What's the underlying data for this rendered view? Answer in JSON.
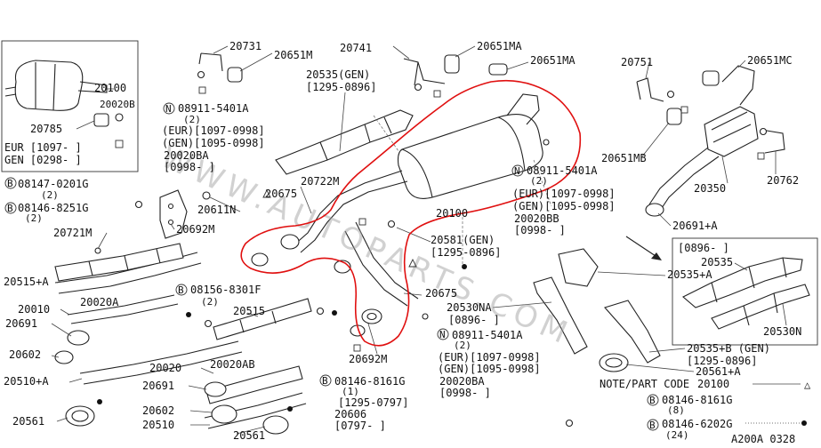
{
  "title_code": "A200A 0328",
  "watermark": "WWW.AUTOPARTS.COM",
  "note": {
    "text": "NOTE/PART CODE",
    "code": "20100",
    "mark": "△"
  },
  "inset": {
    "left": {
      "part": "20100",
      "sub": "20020B",
      "clamp": "20785",
      "range1": "EUR [1097-     ]",
      "range2": "GEN [0298-     ]"
    },
    "right": {
      "range": "[0896-       ]",
      "top": "20535",
      "bottom": "20530N"
    }
  },
  "labels": [
    {
      "id": "p20731",
      "text": "20731"
    },
    {
      "id": "p20651m_a",
      "text": "20651M"
    },
    {
      "id": "p20741",
      "text": "20741"
    },
    {
      "id": "p20651ma_a",
      "text": "20651MA"
    },
    {
      "id": "p20651ma_b",
      "text": "20651MA"
    },
    {
      "id": "p20751",
      "text": "20751"
    },
    {
      "id": "p20651mc",
      "text": "20651MC"
    },
    {
      "id": "p20535gen",
      "text": "20535(GEN)"
    },
    {
      "id": "p20535gen_r",
      "text": "[1295-0896]"
    },
    {
      "id": "p08911_a",
      "text": "08911-5401A"
    },
    {
      "id": "p08911_a_q",
      "text": "(2)"
    },
    {
      "id": "p_eur_a",
      "text": "(EUR)[1097-0998]"
    },
    {
      "id": "p_gen_a",
      "text": "(GEN)[1095-0998]"
    },
    {
      "id": "p20020ba_a",
      "text": "20020BA"
    },
    {
      "id": "p20020ba_a_r",
      "text": "[0998-     ]"
    },
    {
      "id": "p20651mb",
      "text": "20651MB"
    },
    {
      "id": "p20350",
      "text": "20350"
    },
    {
      "id": "p20762",
      "text": "20762"
    },
    {
      "id": "p08147",
      "text": "08147-0201G"
    },
    {
      "id": "p08147_q",
      "text": "(2)"
    },
    {
      "id": "p08146_a",
      "text": "08146-8251G"
    },
    {
      "id": "p08146_a_q",
      "text": "(2)"
    },
    {
      "id": "p20675_a",
      "text": "20675"
    },
    {
      "id": "p20722m",
      "text": "20722M"
    },
    {
      "id": "p20611n",
      "text": "20611N"
    },
    {
      "id": "p08911_b",
      "text": "08911-5401A"
    },
    {
      "id": "p08911_b_q",
      "text": "(2)"
    },
    {
      "id": "p_eur_b",
      "text": "(EUR)[1097-0998]"
    },
    {
      "id": "p_gen_b",
      "text": "(GEN)[1095-0998]"
    },
    {
      "id": "p20100_main",
      "text": "20100"
    },
    {
      "id": "p20020bb",
      "text": "20020BB"
    },
    {
      "id": "p20020bb_r",
      "text": "[0998-     ]"
    },
    {
      "id": "p20691pa",
      "text": "20691+A"
    },
    {
      "id": "p20721m",
      "text": "20721M"
    },
    {
      "id": "p20692m_a",
      "text": "20692M"
    },
    {
      "id": "p20581",
      "text": "20581(GEN)"
    },
    {
      "id": "p20581_r",
      "text": "[1295-0896]"
    },
    {
      "id": "p20515pa",
      "text": "20515+A"
    },
    {
      "id": "p08156",
      "text": "08156-8301F"
    },
    {
      "id": "p08156_q",
      "text": "(2)"
    },
    {
      "id": "p20675_b",
      "text": "20675"
    },
    {
      "id": "p20535pa",
      "text": "20535+A"
    },
    {
      "id": "p20010",
      "text": "20010"
    },
    {
      "id": "p20020a",
      "text": "20020A"
    },
    {
      "id": "p20691_a",
      "text": "20691"
    },
    {
      "id": "p20515",
      "text": "20515"
    },
    {
      "id": "p20530na",
      "text": "20530NA"
    },
    {
      "id": "p20530na_r",
      "text": "[0896-     ]"
    },
    {
      "id": "p08911_c",
      "text": "08911-5401A"
    },
    {
      "id": "p08911_c_q",
      "text": "(2)"
    },
    {
      "id": "p_eur_c",
      "text": "(EUR)[1097-0998]"
    },
    {
      "id": "p_gen_c",
      "text": "(GEN)[1095-0998]"
    },
    {
      "id": "p20020ba_c",
      "text": "20020BA"
    },
    {
      "id": "p20020ba_c_r",
      "text": "[0998-     ]"
    },
    {
      "id": "p20602_a",
      "text": "20602"
    },
    {
      "id": "p20692m_b",
      "text": "20692M"
    },
    {
      "id": "p20535pb",
      "text": "20535+B (GEN)"
    },
    {
      "id": "p20535pb_r",
      "text": "[1295-0896]"
    },
    {
      "id": "p20561pa",
      "text": "20561+A"
    },
    {
      "id": "p20510pa",
      "text": "20510+A"
    },
    {
      "id": "p20020",
      "text": "20020"
    },
    {
      "id": "p20020ab",
      "text": "20020AB"
    },
    {
      "id": "p20691_b",
      "text": "20691"
    },
    {
      "id": "p08146_b",
      "text": "08146-8161G"
    },
    {
      "id": "p08146_b_q",
      "text": "(1)"
    },
    {
      "id": "p08146_b_r",
      "text": "[1295-0797]"
    },
    {
      "id": "p20606",
      "text": "20606"
    },
    {
      "id": "p20606_r",
      "text": "[0797-     ]"
    },
    {
      "id": "p08146_c",
      "text": "08146-8161G"
    },
    {
      "id": "p08146_c_q",
      "text": "(8)"
    },
    {
      "id": "p08146_d",
      "text": "08146-6202G"
    },
    {
      "id": "p08146_d_q",
      "text": "(24)"
    },
    {
      "id": "p20561_a",
      "text": "20561"
    },
    {
      "id": "p20602_b",
      "text": "20602"
    },
    {
      "id": "p20510",
      "text": "20510"
    },
    {
      "id": "p20561_b",
      "text": "20561"
    }
  ],
  "bolt_letter": "B",
  "nut_letter": "N",
  "colors": {
    "ink": "#111111",
    "annotation": "#e01010",
    "watermark": "#9a9a9a"
  }
}
